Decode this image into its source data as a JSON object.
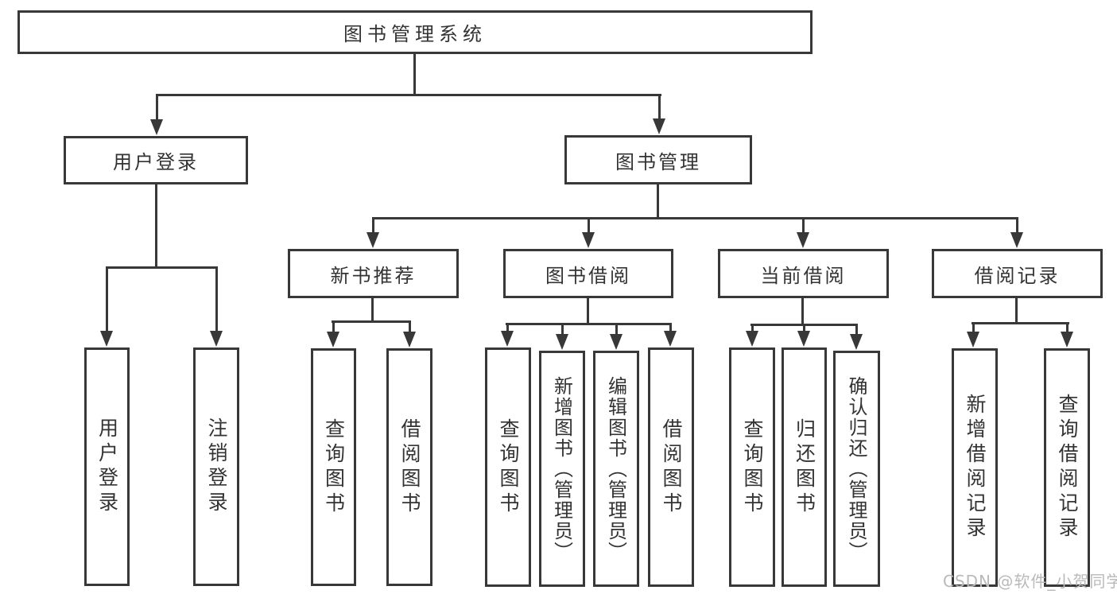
{
  "diagram": {
    "root": "图书管理系统",
    "user_login": {
      "label": "用户登录",
      "children": [
        "用户登录",
        "注销登录"
      ]
    },
    "book_management": {
      "label": "图书管理",
      "groups": [
        {
          "label": "新书推荐",
          "children": [
            "查询图书",
            "借阅图书"
          ]
        },
        {
          "label": "图书借阅",
          "children": [
            "查询图书",
            "新增图书（管理员）",
            "编辑图书（管理员）",
            "借阅图书"
          ]
        },
        {
          "label": "当前借阅",
          "children": [
            "查询图书",
            "归还图书",
            "确认归还（管理员）"
          ]
        },
        {
          "label": "借阅记录",
          "children": [
            "新增借阅记录",
            "查询借阅记录"
          ]
        }
      ]
    }
  },
  "watermark": "CSDN @软件_小贺同学",
  "colors": {
    "line": "#383838",
    "text": "#333333",
    "watermark": "#b9b9b9",
    "background": "#ffffff"
  }
}
